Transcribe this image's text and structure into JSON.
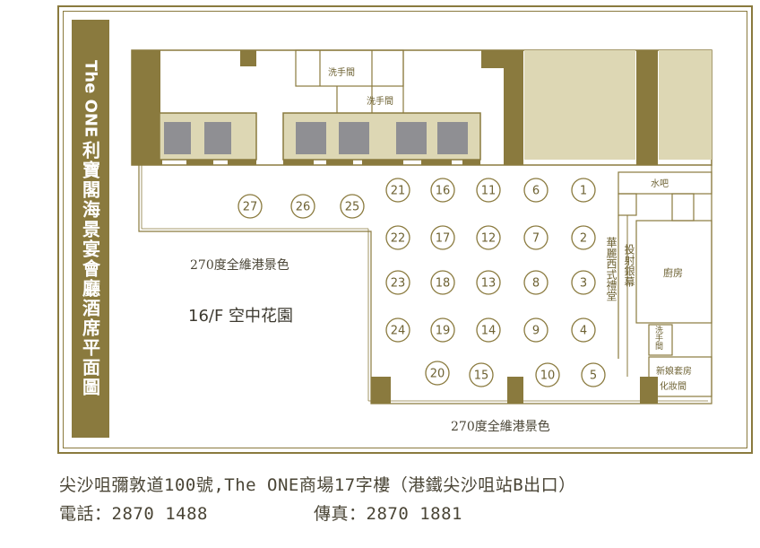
{
  "title": {
    "en": "The ONE",
    "zh": "利寶閣海景宴會廳酒席平面圖"
  },
  "rooms": {
    "washroom_1": "洗手間",
    "washroom_2": "洗手間",
    "water_bar": "水吧",
    "kitchen": "廚房",
    "projection_screen": "投射銀幕",
    "western_hall": "華麗西式禮堂",
    "washroom_small": "洗手間",
    "bridal_room": "新娘套房",
    "dressing_room": "化妝間"
  },
  "views": {
    "upper": "270度全維港景色",
    "lower": "270度全維港景色"
  },
  "garden": "16/F 空中花園",
  "tables": [
    "1",
    "2",
    "3",
    "4",
    "5",
    "6",
    "7",
    "8",
    "9",
    "10",
    "11",
    "12",
    "13",
    "14",
    "15",
    "16",
    "17",
    "18",
    "19",
    "20",
    "21",
    "22",
    "23",
    "24",
    "25",
    "26",
    "27"
  ],
  "footer": {
    "address": "尖沙咀彌敦道100號,The ONE商場17字樓（港鐵尖沙咀站B出口）",
    "phone_label": "電話：2870 1488",
    "fax_label": "傳真：2870 1881"
  },
  "colors": {
    "gold": "#8a7a3e",
    "gold_light": "#ddd7b4",
    "table_stroke": "#8a7a3e",
    "grey_block": "#8f8f93"
  }
}
